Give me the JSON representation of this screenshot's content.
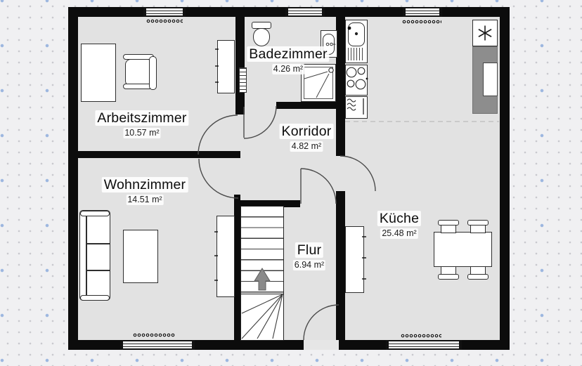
{
  "canvas": {
    "type": "floor-plan",
    "background_color": "#f0f0f2",
    "grid_dot_color": "#c8c8cd",
    "grid_accent_dot_color": "#9db7e0",
    "floor_color": "#e2e2e2",
    "wall_color": "#0c0c0c",
    "counter_color": "#8d8d8d",
    "stair_arrow_color": "#8a8a8a"
  },
  "rooms": [
    {
      "id": "arbeitszimmer",
      "name": "Arbeitszimmer",
      "area": "10.57 m²"
    },
    {
      "id": "badezimmer",
      "name": "Badezimmer",
      "area": "4.26 m²"
    },
    {
      "id": "korridor",
      "name": "Korridor",
      "area": "4.82 m²"
    },
    {
      "id": "wohnzimmer",
      "name": "Wohnzimmer",
      "area": "14.51 m²"
    },
    {
      "id": "flur",
      "name": "Flur",
      "area": "6.94 m²"
    },
    {
      "id": "kueche",
      "name": "Küche",
      "area": "25.48 m²"
    }
  ],
  "icons": {
    "fridge_symbol": "snowflake",
    "stairs_direction_symbol": "up-arrow",
    "radiator_symbol": "coil-dots"
  }
}
